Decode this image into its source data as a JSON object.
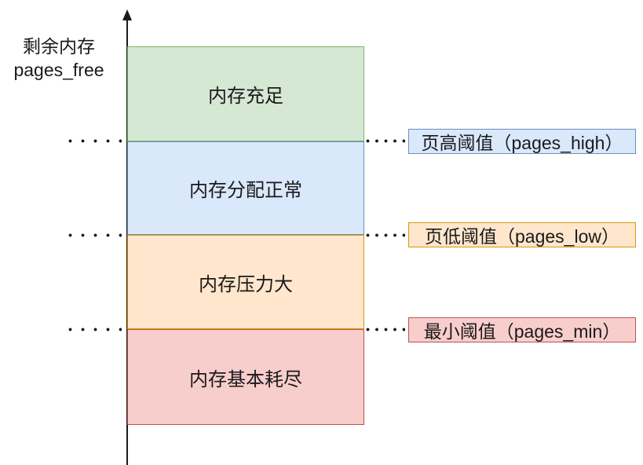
{
  "axis": {
    "label_line1": "剩余内存",
    "label_line2": "pages_free"
  },
  "zones": [
    {
      "label": "内存充足",
      "fill": "#d5e8d4",
      "stroke": "#82b366"
    },
    {
      "label": "内存分配正常",
      "fill": "#dae8fc",
      "stroke": "#6c8ebf"
    },
    {
      "label": "内存压力大",
      "fill": "#ffe6cc",
      "stroke": "#d79b00"
    },
    {
      "label": "内存基本耗尽",
      "fill": "#f8cecc",
      "stroke": "#b85450"
    }
  ],
  "thresholds": [
    {
      "label": "页高阈值（pages_high）",
      "fill": "#dae8fc",
      "stroke": "#6c8ebf"
    },
    {
      "label": "页低阈值（pages_low）",
      "fill": "#ffe6cc",
      "stroke": "#d79b00"
    },
    {
      "label": "最小阈值（pages_min）",
      "fill": "#f8cecc",
      "stroke": "#b85450"
    }
  ],
  "colors": {
    "line": "#1a1a1a",
    "text": "#1a1a1a",
    "background": "#ffffff"
  }
}
